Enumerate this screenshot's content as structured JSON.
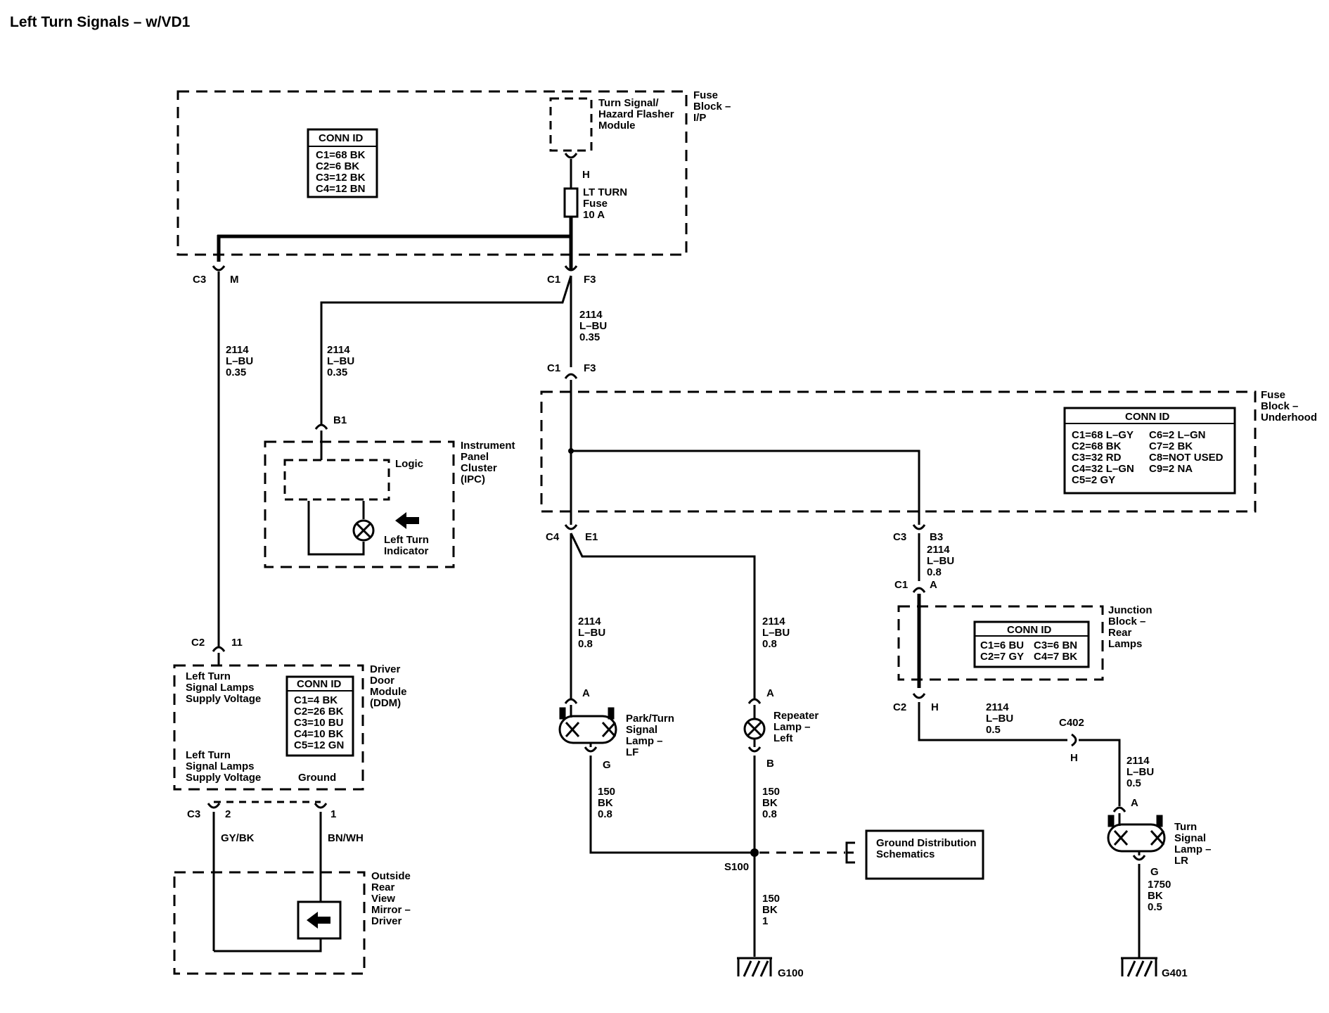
{
  "title": "Left Turn Signals – w/VD1",
  "components": {
    "fuse_block_ip": [
      "Fuse",
      "Block –",
      "I/P"
    ],
    "flasher": [
      "Turn Signal/",
      "Hazard Flasher",
      "Module"
    ],
    "lt_turn_fuse": [
      "LT TURN",
      "Fuse",
      "10 A"
    ],
    "ipc": [
      "Instrument",
      "Panel",
      "Cluster",
      "(IPC)"
    ],
    "ipc_logic": "Logic",
    "left_turn_indicator": [
      "Left Turn",
      "Indicator"
    ],
    "fuse_block_underhood": [
      "Fuse",
      "Block –",
      "Underhood"
    ],
    "ddm": [
      "Driver",
      "Door",
      "Module",
      "(DDM)"
    ],
    "ddm_supply_top": [
      "Left Turn",
      "Signal Lamps",
      "Supply Voltage"
    ],
    "ddm_supply_bottom": [
      "Left Turn",
      "Signal Lamps",
      "Supply Voltage"
    ],
    "ddm_ground": "Ground",
    "junction_block": [
      "Junction",
      "Block –",
      "Rear",
      "Lamps"
    ],
    "park_turn_lamp": [
      "Park/Turn",
      "Signal",
      "Lamp –",
      "LF"
    ],
    "repeater_lamp": [
      "Repeater",
      "Lamp –",
      "Left"
    ],
    "turn_signal_lamp_lr": [
      "Turn",
      "Signal",
      "Lamp –",
      "LR"
    ],
    "mirror": [
      "Outside",
      "Rear",
      "View",
      "Mirror –",
      "Driver"
    ],
    "ground_dist": [
      "Ground Distribution",
      "Schematics"
    ]
  },
  "conn_tables": {
    "fuse_block_ip": {
      "header": "CONN ID",
      "rows": [
        "C1=68 BK",
        "C2=6 BK",
        "C3=12 BK",
        "C4=12 BN"
      ]
    },
    "fuse_block_underhood": {
      "header": "CONN ID",
      "rows": [
        "C1=68 L–GY",
        "C2=68 BK",
        "C3=32 RD",
        "C4=32 L–GN",
        "C5=2 GY"
      ],
      "rows2": [
        "C6=2 L–GN",
        "C7=2 BK",
        "C8=NOT USED",
        "C9=2 NA"
      ]
    },
    "ddm": {
      "header": "CONN ID",
      "rows": [
        "C1=4 BK",
        "C2=26 BK",
        "C3=10 BU",
        "C4=10 BK",
        "C5=12 GN"
      ]
    },
    "junction_block": {
      "header": "CONN ID",
      "rows": [
        "C1=6 BU",
        "C2=7 GY"
      ],
      "rows2": [
        "C3=6 BN",
        "C4=7 BK"
      ]
    }
  },
  "connectors": {
    "flasher_h": "H",
    "ip_c3": "C3",
    "ip_m": "M",
    "ip_c1": "C1",
    "ip_f3": "F3",
    "uh_c1": "C1",
    "uh_f3": "F3",
    "ipc_b1": "B1",
    "ddm_c2": "C2",
    "ddm_11": "11",
    "ddm_c3": "C3",
    "ddm_2": "2",
    "ddm_1": "1",
    "uh_c4": "C4",
    "uh_e1": "E1",
    "uh_c3": "C3",
    "uh_b3": "B3",
    "jb_c1": "C1",
    "jb_a": "A",
    "jb_c2": "C2",
    "jb_h": "H",
    "c402": "C402",
    "c402_h": "H",
    "lf_a": "A",
    "lf_g": "G",
    "rep_a": "A",
    "rep_b": "B",
    "lr_a": "A",
    "lr_g": "G",
    "s100": "S100",
    "g100": "G100",
    "g401": "G401"
  },
  "wires": {
    "w_ddm_feed": [
      "2114",
      "L–BU",
      "0.35"
    ],
    "w_ipc_feed": [
      "2114",
      "L–BU",
      "0.35"
    ],
    "w_ip_uh": [
      "2114",
      "L–BU",
      "0.35"
    ],
    "w_lf": [
      "2114",
      "L–BU",
      "0.8"
    ],
    "w_rep": [
      "2114",
      "L–BU",
      "0.8"
    ],
    "w_uh_jb": [
      "2114",
      "L–BU",
      "0.8"
    ],
    "w_jb_c402": [
      "2114",
      "L–BU",
      "0.5"
    ],
    "w_c402_lr": [
      "2114",
      "L–BU",
      "0.5"
    ],
    "w_lf_gnd": [
      "150",
      "BK",
      "0.8"
    ],
    "w_rep_gnd": [
      "150",
      "BK",
      "0.8"
    ],
    "w_s100_g100": [
      "150",
      "BK",
      "1"
    ],
    "w_lr_gnd": [
      "1750",
      "BK",
      "0.5"
    ],
    "w_mirror_a": "GY/BK",
    "w_mirror_b": "BN/WH"
  }
}
